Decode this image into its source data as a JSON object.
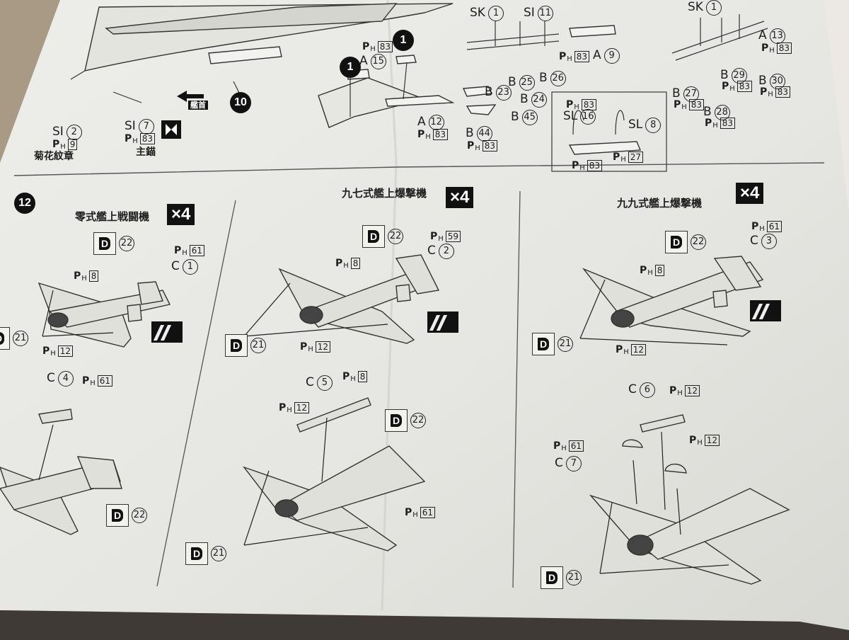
{
  "top": {
    "sk_a": "SK",
    "sk_a_num": "1",
    "si_a": "SI",
    "si_a_num": "11",
    "sk_b": "SK",
    "sk_b_num": "1",
    "a13": "A",
    "a13_num": "13",
    "ph83_list": [
      "83",
      "83",
      "83",
      "83",
      "83",
      "83",
      "83",
      "83",
      "83",
      "83",
      "83",
      "83"
    ],
    "a15": "A",
    "a15_num": "15",
    "step_one": "1",
    "a9": "A",
    "a9_num": "9",
    "b23": "B",
    "b23_num": "23",
    "b24": "B",
    "b24_num": "24",
    "b25": "B",
    "b25_num": "25",
    "b26": "B",
    "b26_num": "26",
    "b27": "B",
    "b27_num": "27",
    "b28": "B",
    "b28_num": "28",
    "b29": "B",
    "b29_num": "29",
    "b30": "B",
    "b30_num": "30",
    "b44": "B",
    "b44_num": "44",
    "b45": "B",
    "b45_num": "45",
    "a12": "A",
    "a12_num": "12",
    "sl16": "SL",
    "sl16_num": "16",
    "sl8": "SL",
    "sl8_num": "8",
    "ph27": "27",
    "si2": "SI",
    "si2_num": "2",
    "ph9": "9",
    "chrysanthemum": "菊花紋章",
    "si7": "SI",
    "si7_num": "7",
    "anchor": "主錨",
    "stern": "艦首",
    "step10": "10"
  },
  "step12": "12",
  "panels": [
    {
      "title": "零式艦上戦闘機",
      "qty": "×4",
      "decal": "22",
      "ph61": "61",
      "c": "C",
      "c_num": "1",
      "ph8": "8",
      "ph12": "12",
      "decal21": "21",
      "c_lower": "C",
      "c_lower_num": "4",
      "ph61_lower": "61",
      "decal22_lower": "22"
    },
    {
      "title": "九七式艦上爆撃機",
      "qty": "×4",
      "decal": "22",
      "ph59": "59",
      "c": "C",
      "c_num": "2",
      "ph8": "8",
      "ph12": "12",
      "decal21": "21",
      "c_lower": "C",
      "c_lower_num": "5",
      "ph8_lower": "8",
      "ph12_lower": "12",
      "decal22_lower": "22",
      "ph61_lower": "61",
      "decal21_lower": "21"
    },
    {
      "title": "九九式艦上爆撃機",
      "qty": "×4",
      "decal": "22",
      "ph61": "61",
      "c": "C",
      "c_num": "3",
      "ph8": "8",
      "ph12": "12",
      "decal21": "21",
      "c_lower": "C",
      "c_lower_num": "6",
      "ph12_lower": "12",
      "ph61_lower": "61",
      "c7": "C",
      "c7_num": "7",
      "ph12_b": "12",
      "decal21_lower": "21"
    }
  ],
  "ph_letter": "P",
  "ph_sub": "H",
  "d_letter": "D"
}
